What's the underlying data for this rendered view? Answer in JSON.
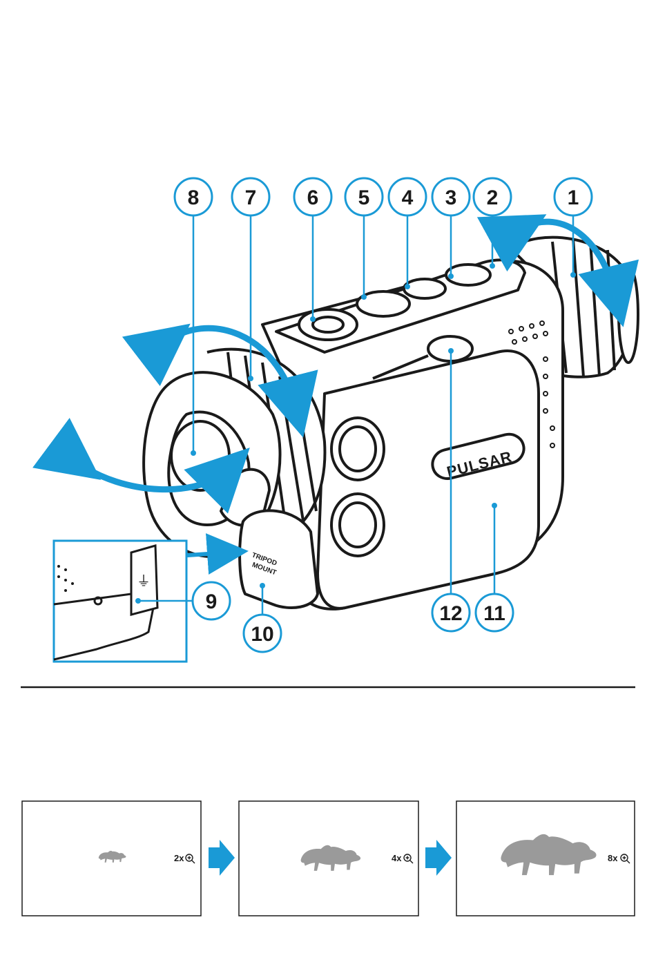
{
  "colors": {
    "accent": "#1a9ad6",
    "stroke": "#1a1a1a",
    "silhouette": "#9a9a9a",
    "divider": "#1a1a1a"
  },
  "device": {
    "brand": "PULSAR",
    "tripod_label_line1": "TRIPOD",
    "tripod_label_line2": "MOUNT"
  },
  "callouts": [
    {
      "num": "1"
    },
    {
      "num": "2"
    },
    {
      "num": "3"
    },
    {
      "num": "4"
    },
    {
      "num": "5"
    },
    {
      "num": "6"
    },
    {
      "num": "7"
    },
    {
      "num": "8"
    },
    {
      "num": "9"
    },
    {
      "num": "10"
    },
    {
      "num": "11"
    },
    {
      "num": "12"
    }
  ],
  "zoom_panels": [
    {
      "label": "2x",
      "icon": "zoom-in-icon",
      "subject": "boar-silhouette-small"
    },
    {
      "label": "4x",
      "icon": "zoom-in-icon",
      "subject": "boar-silhouette-medium"
    },
    {
      "label": "8x",
      "icon": "zoom-in-icon",
      "subject": "boar-silhouette-large"
    }
  ],
  "icons": [
    "usb-icon",
    "power-icon",
    "rangefinder-button-icon",
    "arrow-right-icon"
  ]
}
